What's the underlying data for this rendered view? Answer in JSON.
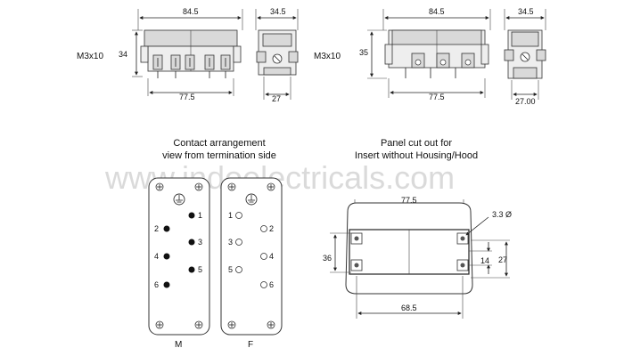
{
  "watermark": "www.indoelectricals.com",
  "top_left": {
    "width_top": "84.5",
    "depth_top": "34.5",
    "height": "34",
    "screw": "M3x10",
    "width_bottom": "77.5",
    "depth_bottom": "27"
  },
  "top_right": {
    "width_top": "84.5",
    "depth_top": "34.5",
    "height": "35",
    "screw": "M3x10",
    "width_bottom": "77.5",
    "depth_bottom": "27.00"
  },
  "contact": {
    "title_line1": "Contact arrangement",
    "title_line2": "view from termination side",
    "male_label": "M",
    "female_label": "F",
    "pins": [
      "1",
      "2",
      "3",
      "4",
      "5",
      "6"
    ]
  },
  "cutout": {
    "title_line1": "Panel cut out for",
    "title_line2": "Insert without Housing/Hood",
    "width_top": "77.5",
    "hole": "3.3 Ø",
    "height_left": "36",
    "inner_height": "14",
    "outer_height": "27",
    "width_bottom": "68.5"
  }
}
